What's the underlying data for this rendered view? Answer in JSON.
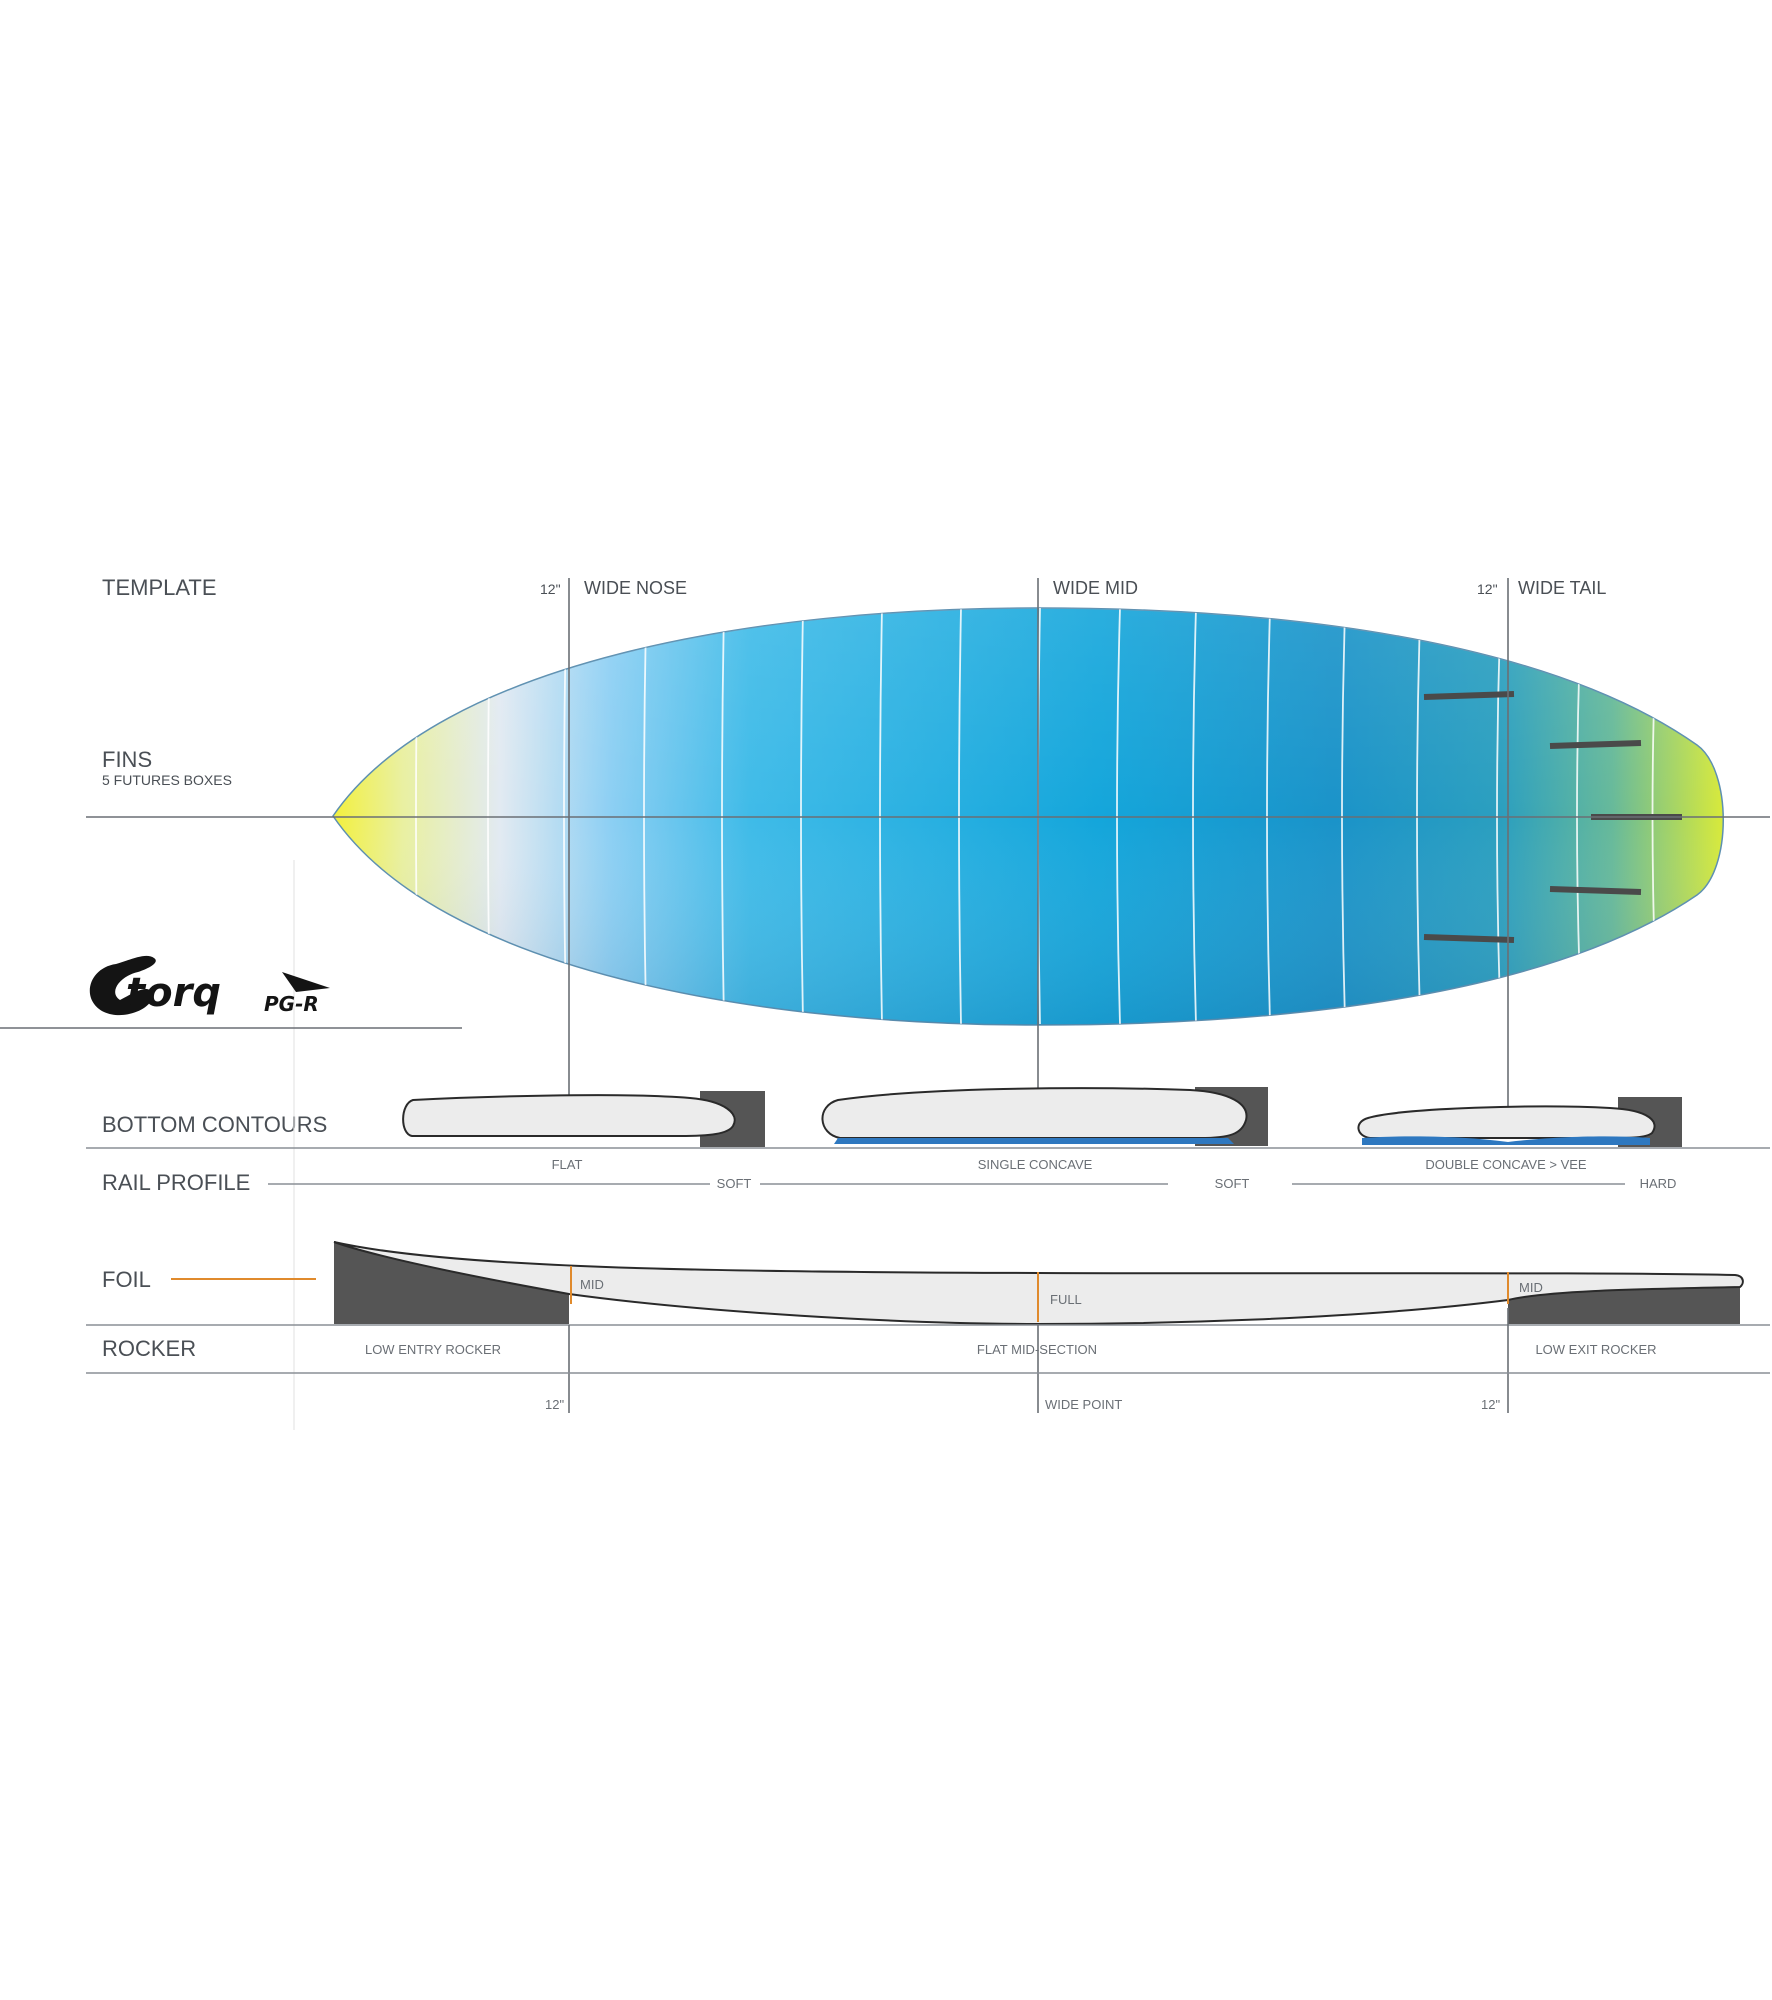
{
  "colors": {
    "text": "#4a4f55",
    "guide": "#6a6f75",
    "rail_block": "#555555",
    "board_fill": "#ececec",
    "concave": "#2e78c0",
    "foil_accent": "#e08a2c",
    "board_nose": "#f0ee3a",
    "board_center": "#1ab0e0",
    "board_tail": "#0f8ec4"
  },
  "sections": {
    "template": "TEMPLATE",
    "fins": "FINS",
    "fins_sub": "5 FUTURES BOXES",
    "bottom_contours": "BOTTOM  CONTOURS",
    "rail_profile": "RAIL PROFILE",
    "foil": "FOIL",
    "rocker": "ROCKER"
  },
  "top_markers": {
    "nose_measure": "12\"",
    "nose_label": "WIDE NOSE",
    "mid_label": "WIDE MID",
    "tail_measure": "12\"",
    "tail_label": "WIDE TAIL"
  },
  "logos": {
    "brand": "torq",
    "model": "PG-R"
  },
  "contours": {
    "nose": "FLAT",
    "mid": "SINGLE CONCAVE",
    "tail": "DOUBLE CONCAVE > VEE"
  },
  "rails": {
    "nose": "SOFT",
    "mid": "SOFT",
    "tail": "HARD"
  },
  "foil": {
    "nose": "MID",
    "mid": "FULL",
    "tail": "MID"
  },
  "rocker": {
    "entry": "LOW ENTRY ROCKER",
    "mid": "FLAT MID-SECTION",
    "exit": "LOW EXIT ROCKER"
  },
  "bottom_markers": {
    "nose_measure": "12\"",
    "mid_label": "WIDE POINT",
    "tail_measure": "12\""
  }
}
